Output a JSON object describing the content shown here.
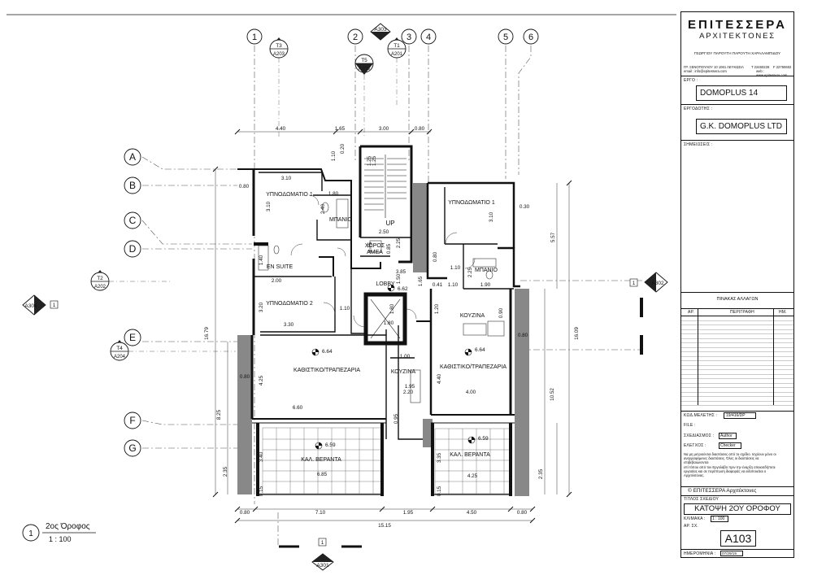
{
  "title_block": {
    "firm_name": "ΕΠΙΤΕΣΣΕΡΑ",
    "firm_subtitle": "ΑΡΧΙΤΕΚΤΟΝΕΣ",
    "partners": "ΓΕΩΡΓΙΟΥ ΠΑΡΟΥΤΗ ΠΑΡΟΥΤΗ ΧΑΡΑΛΑΜΠΙΔΟΥ",
    "address": "ΓΡ. ΞΕΝΟΠΟΥΛΟΥ 10 1061 ΛΕΥΚΩΣΙΑ",
    "phone": "T 22460228",
    "fax": "F 22760602",
    "email": "email : info@epitessera.com",
    "web": "web : www.epitessera.com",
    "project_label": "ΕΡΓΟ :",
    "project": "DOMOPLUS 14",
    "client_label": "ΕΡΓΟΔΟΤΗΣ :",
    "client": "G.K. DOMOPLUS LTD",
    "notes_label": "ΣΗΜΕΙΩΣΕΙΣ :",
    "revisions_title": "ΠΙΝΑΚΑΣ ΑΛΛΑΓΩΝ",
    "rev_col_no": "ΑΡ.",
    "rev_col_desc": "ΠΕΡΙΓΡΑΦΗ",
    "rev_col_date": "ΗΜ.",
    "study_code_label": "ΚΩΔ.ΜΕΛΕΤΗΣ :",
    "study_code": "19/416/DP",
    "file_label": "FILE :",
    "drawn_label": "ΣΧΕΔΙΑΣΜΟΣ :",
    "drawn": "Author",
    "checked_label": "ΕΛΕΓΧΟΣ :",
    "checked": "Checker",
    "disclaimer_1": "Να μη μετριούνται διαστάσεις από το σχέδιο. Ισχύουν μόνο οι",
    "disclaimer_2": "αναγραφόμενες διαστάσεις. Όλες οι διαστάσεις να",
    "disclaimer_3": "επιβεβαιώνονται",
    "disclaimer_4": "επί τόπου από τον Εργολάβο πριν την έναρξη οποιασδήποτε",
    "disclaimer_5": "εργασίας και σε περίπτωση διαφοράς να ειδοποιείται ο",
    "disclaimer_6": "Αρχιτέκτονας.",
    "copyright": "© ΕΠΙΤΕΣΣΕΡΑ Αρχιτέκτονες",
    "drawing_title_label": "ΤΙΤΛΟΣ ΣΧΕΔΙΟΥ",
    "drawing_title": "ΚΑΤΟΨΗ 2ΟΥ ΟΡΟΦΟΥ",
    "scale_label": "ΚΛΙΜΑΚΑ :",
    "scale": "1 : 100",
    "sheet_label": "ΑΡ. ΣΧ.",
    "sheet_no": "A103",
    "date_label": "ΗΜΕΡΟΜΗΝΙΑ :",
    "date": "07/29/19"
  },
  "view_title": {
    "number": "1",
    "name": "2ος Όροφος",
    "scale": "1 : 100"
  },
  "grid_axes": {
    "columns": [
      "1",
      "2",
      "3",
      "4",
      "5",
      "6"
    ],
    "rows": [
      "A",
      "B",
      "C",
      "D",
      "E",
      "F",
      "G"
    ]
  },
  "section_tags": [
    {
      "id": "T3",
      "ref": "A203"
    },
    {
      "id": "T5",
      "ref": "A205"
    },
    {
      "id": "T1",
      "ref": "A201"
    },
    {
      "id": "T2",
      "ref": "A202"
    },
    {
      "id": "T4",
      "ref": "A204"
    },
    {
      "id": "",
      "ref": "A303"
    },
    {
      "id": "1",
      "ref": "A301"
    },
    {
      "id": "1",
      "ref": "A302"
    },
    {
      "id": "1",
      "ref": "A304"
    }
  ],
  "rooms": {
    "bedroom_1_left": "ΥΠΝΟΔΩΜΑΤΙΟ 1",
    "bath_left": "ΜΠΑΝΙΟ",
    "en_suite": "EN SUITE",
    "bedroom_2": "ΥΠΝΟΔΩΜΑΤΙΟ 2",
    "living_left": "ΚΑΘΙΣΤΙΚΟ/ΤΡΑΠΕΖΑΡΙΑ",
    "kitchen_left": "ΚΟΥΖΙΝΑ",
    "veranda_left": "ΚΑΛ. ΒΕΡΑΝΤΑ",
    "stair_up": "UP",
    "disabled_space_1": "ΧΩΡΟΣ",
    "disabled_space_2": "ΑΜΕΑ",
    "lobby": "LOBBY",
    "bedroom_1_right": "ΥΠΝΟΔΩΜΑΤΙΟ 1",
    "bath_right": "ΜΠΑΝΙΟ",
    "kitchen_right": "ΚΟΥΖΙΝΑ",
    "living_right": "ΚΑΘΙΣΤΙΚΟ/ΤΡΑΠΕΖΑΡΙΑ",
    "veranda_right": "ΚΑΛ. ΒΕΡΑΝΤΑ"
  },
  "levels": {
    "living_left": "6.64",
    "living_right": "6.64",
    "lobby": "6.62",
    "veranda_left": "6.59",
    "veranda_right": "6.59"
  },
  "dimensions": {
    "top_1": "4.40",
    "top_2": "1.65",
    "top_3": "3.00",
    "top_4": "0.80",
    "bed1_width": "3.10",
    "bed1_depth": "3.10",
    "bath_l_w": "1.80",
    "bath_l_d": "2.40",
    "stair_1": "1.10",
    "stair_2": "0.20",
    "stair_3": "1.25",
    "stair_4": "1.25",
    "wall_left": "0.80",
    "en_suite_d": "1.40",
    "en_suite_w": "2.00",
    "amea_w": "2.50",
    "amea_d": "1.75",
    "amea_2": "0.85",
    "amea_3": "2.25",
    "lobby_1": "3.85",
    "lobby_2": "1.50",
    "lobby_3": "1.65",
    "lobby_4": "0.41",
    "lobby_5": "1.10",
    "lift_1": "1.80",
    "lift_2": "1.80",
    "lift_3": "1.10",
    "bed2_d": "3.20",
    "bed2_w": "3.30",
    "total_left": "16.79",
    "sub_left": "8.25",
    "veranda_h_l": "2.35",
    "living_l_d": "4.25",
    "living_l_w": "6.60",
    "living_l_wall": "0.80",
    "kit_l_1": "1.00",
    "kit_l_2": "1.95",
    "kit_l_3": "2.20",
    "kit_l_4": "0.95",
    "veranda_l_d": "3.40",
    "veranda_l_w": "6.85",
    "veranda_l_s": "0.15",
    "bottom_1": "0.80",
    "bottom_2": "7.10",
    "bottom_3": "1.95",
    "bottom_4": "4.50",
    "bottom_5": "0.80",
    "bottom_total": "15.15",
    "bed1_r_d": "3.10",
    "bed1_r_wall": "0.30",
    "bath_r_w": "1.90",
    "bath_r_d": "2.25",
    "bath_r_1": "0.80",
    "bath_r_2": "1.10",
    "right_1": "5.57",
    "right_total": "16.09",
    "right_2": "10.52",
    "right_3": "2.35",
    "kit_r_1": "1.20",
    "kit_r_2": "0.90",
    "kit_r_wall": "0.80",
    "living_r_d": "4.40",
    "living_r_w": "4.00",
    "veranda_r_d": "3.35",
    "veranda_r_w": "4.25",
    "veranda_r_s": "0.15"
  }
}
